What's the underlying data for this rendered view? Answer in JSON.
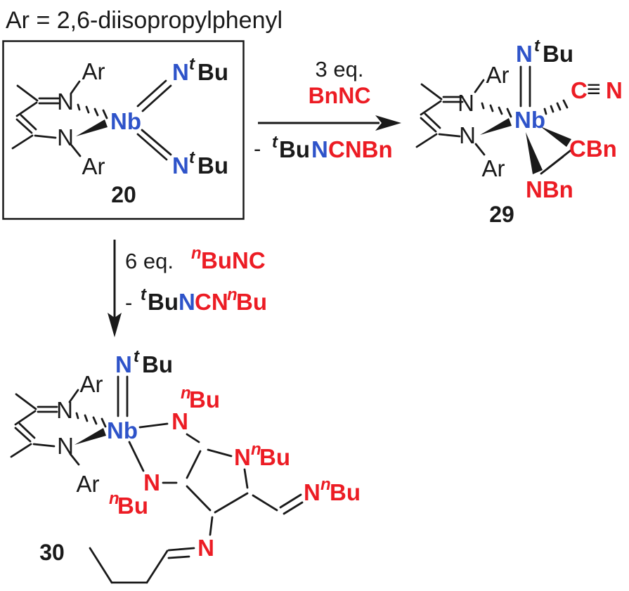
{
  "title": "Ar  = 2,6-diisopropylphenyl",
  "colors": {
    "blue": "#2e53c9",
    "red": "#ec1c24",
    "black": "#1a1a1a"
  },
  "sym": {
    "ar": "Ar",
    "n": "N",
    "nb": "Nb",
    "c": "C",
    "bu": "Bu",
    "t": "t",
    "nsup": "n",
    "triple": "≡",
    "cbn": "CBn",
    "nbn": "NBn"
  },
  "arrow_right": {
    "eq": "3 eq.",
    "reagent": "BnNC",
    "minus": "-",
    "byp_t": "t",
    "byp_bu": "Bu",
    "byp_n": "N",
    "byp_rest": "CNBn"
  },
  "arrow_down": {
    "eq": "6 eq.",
    "reagent_sup": "n",
    "reagent": "BuNC",
    "minus": "-",
    "byp_t": "t",
    "byp_bu": "Bu",
    "byp_n": "N",
    "byp_cn": "CN",
    "byp_nsup": "n",
    "byp_bu2": "Bu"
  },
  "s20": {
    "number": "20"
  },
  "s29": {
    "number": "29"
  },
  "s30": {
    "number": "30"
  }
}
